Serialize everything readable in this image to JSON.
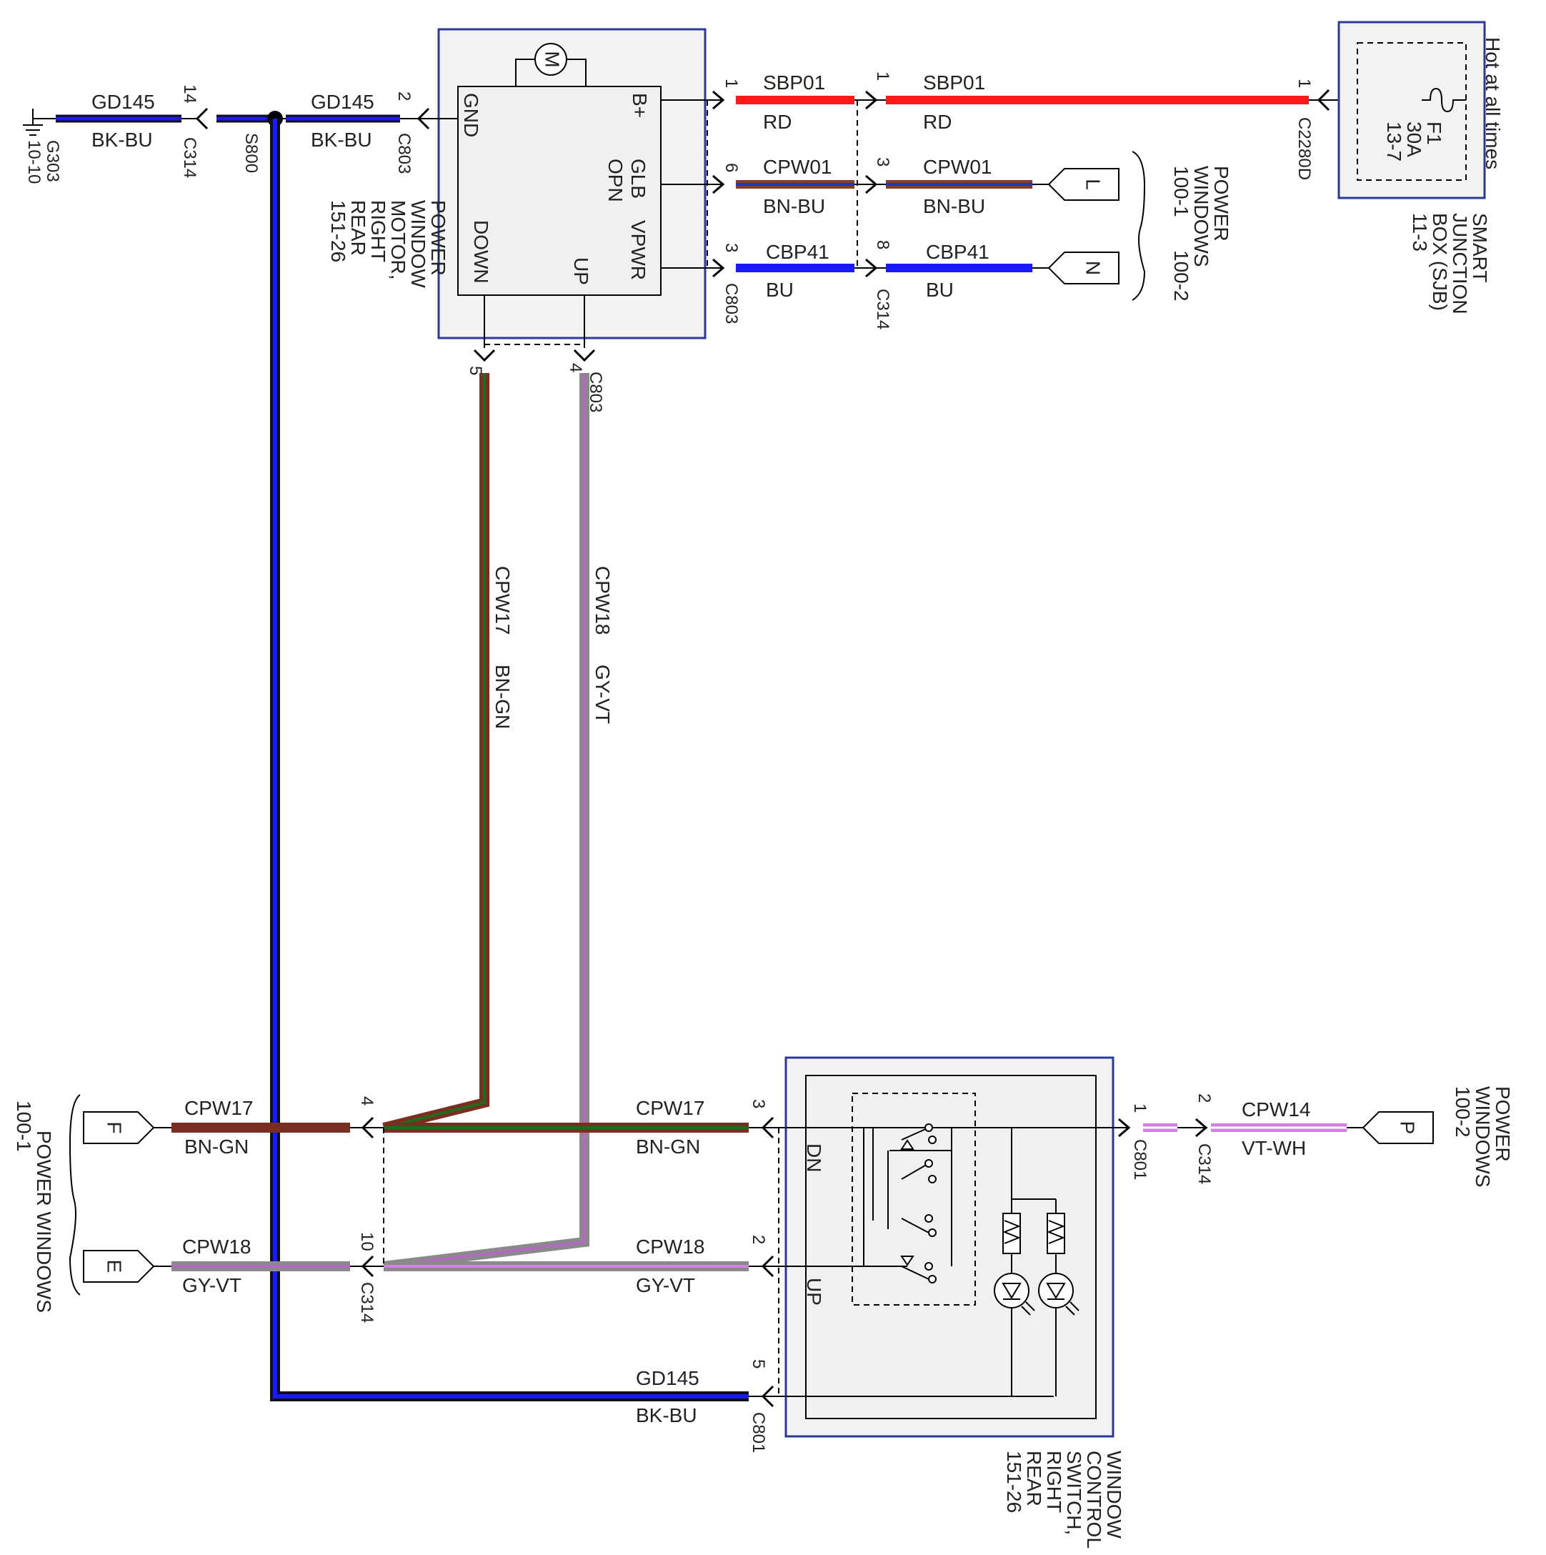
{
  "wires": {
    "sbp01": {
      "circuit": "SBP01",
      "color_code": "RD",
      "color": "#ff1a1a"
    },
    "cpw01": {
      "circuit": "CPW01",
      "color_code": "BN-BU",
      "color_a": "#8b3a2a",
      "color_b": "#2233cc"
    },
    "cbp41": {
      "circuit": "CBP41",
      "color_code": "BU",
      "color": "#1a1aff"
    },
    "gd145": {
      "circuit": "GD145",
      "color_code": "BK-BU",
      "color_a": "#111111",
      "color_b": "#1a1aff"
    },
    "cpw17": {
      "circuit": "CPW17",
      "color_code": "BN-GN",
      "color_a": "#7a2e20",
      "color_b": "#1e6b1e"
    },
    "cpw18": {
      "circuit": "CPW18",
      "color_code": "GY-VT",
      "color_a": "#8a8a8a",
      "color_b": "#b36ac0"
    },
    "cpw14": {
      "circuit": "CPW14",
      "color_code": "VT-WH",
      "color_a": "#d080e0",
      "color_b": "#ffffff"
    }
  },
  "connectors": {
    "c803": "C803",
    "c314": "C314",
    "c2280d": "C2280D",
    "c801": "C801",
    "s800": "S800",
    "g303": "G303",
    "g303_ref": "10-10"
  },
  "pins": {
    "gnd_c803": "2",
    "gnd_c314": "14",
    "sbp_c803": "1",
    "sbp_c314": "1",
    "sbp_c2280d": "1",
    "cpw01_c803": "6",
    "cpw01_c314": "3",
    "cbp41_c803": "3",
    "cbp41_c314": "8",
    "down_c803": "5",
    "up_c803": "4",
    "cpw17_c314": "4",
    "cpw18_c314": "10",
    "cpw17_sw": "3",
    "cpw18_sw": "2",
    "gd145_sw": "5",
    "cpw14_c801": "1",
    "cpw14_c314": "2"
  },
  "motor": {
    "name_lines": [
      "POWER",
      "WINDOW",
      "MOTOR,",
      "RIGHT",
      "REAR",
      "151-26"
    ],
    "symbol": "M",
    "pins": {
      "gnd": "GND",
      "bplus": "B+",
      "glb": "GLB",
      "opn": "OPN",
      "vpwr": "VPWR",
      "down": "DOWN",
      "up": "UP"
    }
  },
  "sjb": {
    "name_lines": [
      "SMART",
      "JUNCTION",
      "BOX (SJB)",
      "11-3"
    ],
    "note": "Hot at all times",
    "fuse_lines": [
      "F1",
      "30A",
      "13-7"
    ]
  },
  "switch": {
    "name_lines": [
      "WINDOW",
      "CONTROL",
      "SWITCH,",
      "RIGHT",
      "REAR",
      "151-26"
    ],
    "dn": "DN",
    "up": "UP"
  },
  "refs": {
    "pw_top_lines": [
      "POWER",
      "WINDOWS",
      "100-1",
      "100-2"
    ],
    "pw_left": "POWER WINDOWS",
    "pw_left_ref": "100-1",
    "pw_right_lines": [
      "POWER",
      "WINDOWS",
      "100-2"
    ],
    "tag_l": "L",
    "tag_n": "N",
    "tag_f": "F",
    "tag_e": "E",
    "tag_p": "P"
  }
}
